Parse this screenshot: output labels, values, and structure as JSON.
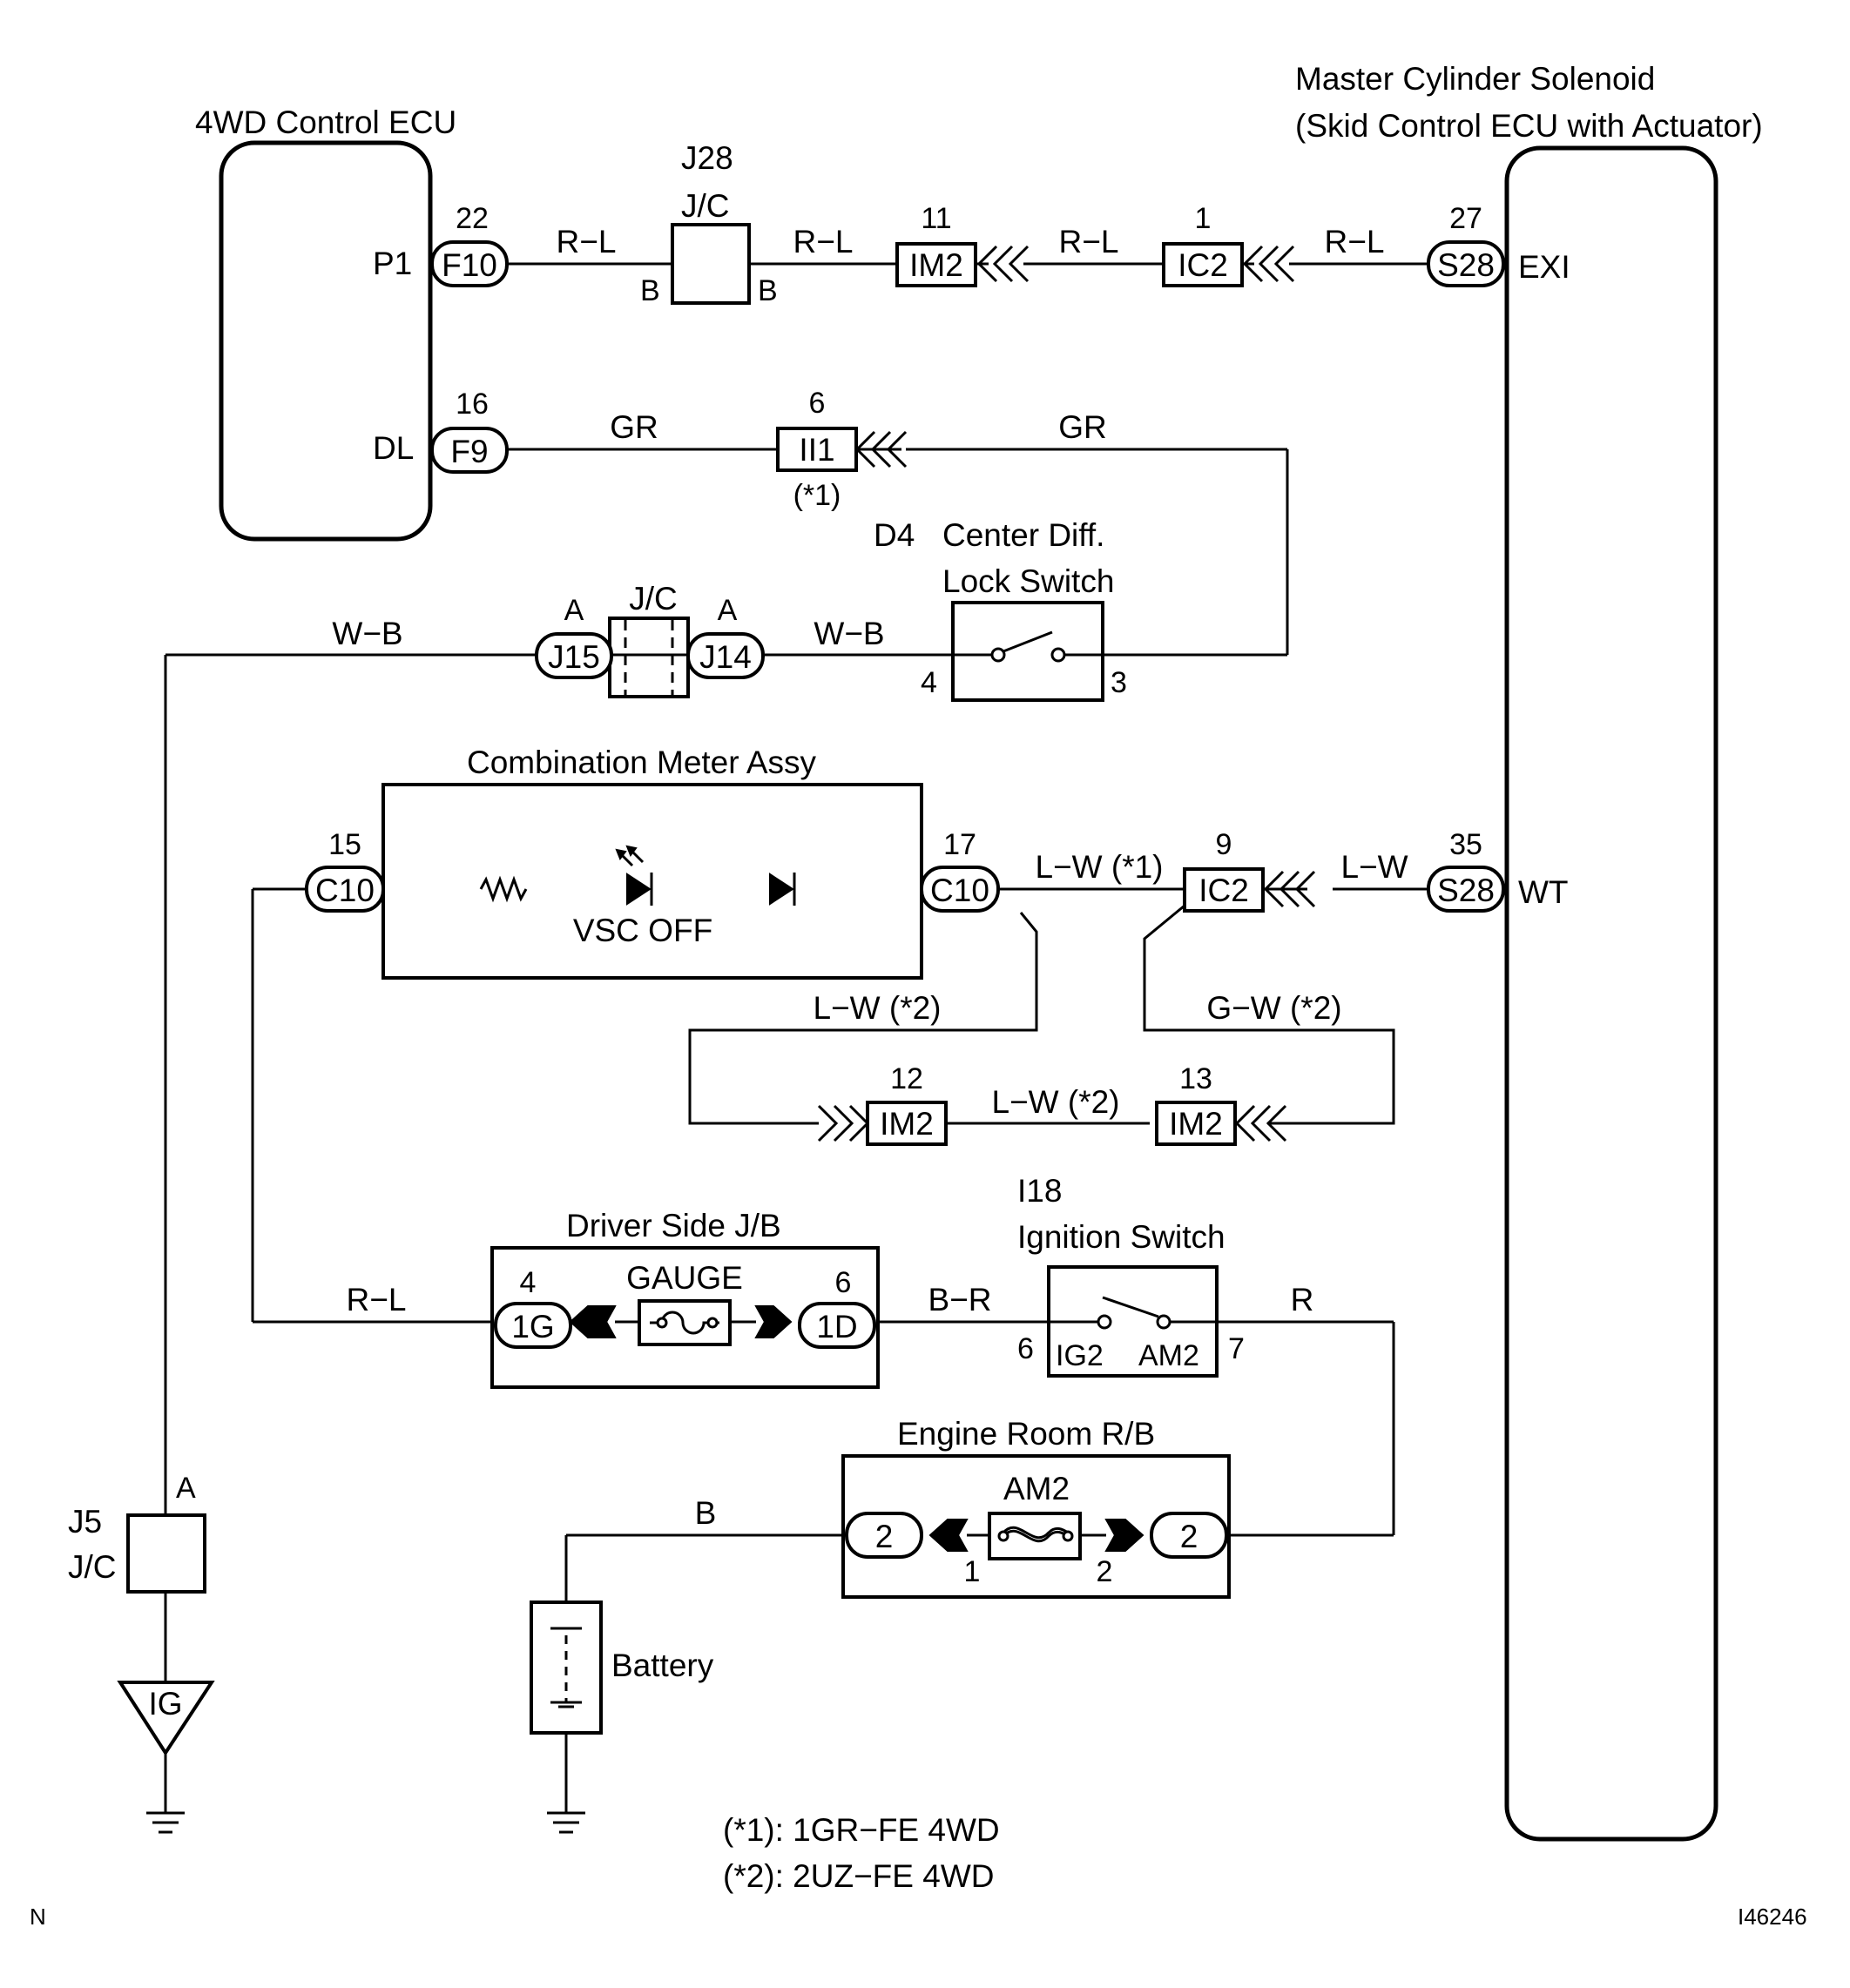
{
  "components": {
    "ecu_4wd": {
      "title": "4WD Control ECU",
      "pin_p1": "P1",
      "pin_dl": "DL"
    },
    "master_cyl": {
      "title_line1": "Master Cylinder Solenoid",
      "title_line2": "(Skid Control ECU with Actuator)",
      "pin_exi": "EXI",
      "pin_wt": "WT"
    },
    "j28": {
      "id": "J28",
      "type": "J/C",
      "pin_left": "B",
      "pin_right": "B"
    },
    "center_diff_switch": {
      "id": "D4",
      "name_line1": "Center Diff.",
      "name_line2": "Lock Switch",
      "pin_left": "4",
      "pin_right": "3"
    },
    "jc_mid": {
      "type": "J/C",
      "left_pin": "A",
      "left_conn": "J15",
      "right_pin": "A",
      "right_conn": "J14"
    },
    "combination_meter": {
      "title": "Combination Meter Assy",
      "lamp": "VSC OFF",
      "left_pin": "15",
      "left_conn": "C10",
      "right_pin": "17",
      "right_conn": "C10"
    },
    "driver_jb": {
      "title": "Driver Side J/B",
      "fuse": "GAUGE",
      "left_pin": "4",
      "left_conn": "1G",
      "right_pin": "6",
      "right_conn": "1D"
    },
    "ignition_switch": {
      "id": "I18",
      "name": "Ignition Switch",
      "term_left": "IG2",
      "term_right": "AM2",
      "pin_left": "6",
      "pin_right": "7"
    },
    "engine_rb": {
      "title": "Engine Room R/B",
      "fuse": "AM2",
      "left_conn": "2",
      "right_conn": "2",
      "pin_left": "1",
      "pin_right": "2"
    },
    "j5": {
      "id": "J5",
      "type": "J/C",
      "pin": "A"
    },
    "ig_ground": {
      "label": "IG"
    },
    "battery": {
      "label": "Battery"
    }
  },
  "connectors": {
    "f10": {
      "pin": "22",
      "name": "F10"
    },
    "f9": {
      "pin": "16",
      "name": "F9"
    },
    "im2_top": {
      "pin": "11",
      "name": "IM2"
    },
    "ic2_top": {
      "pin": "1",
      "name": "IC2"
    },
    "s28_top": {
      "pin": "27",
      "name": "S28"
    },
    "ii1": {
      "pin": "6",
      "name": "II1",
      "note": "(*1)"
    },
    "ic2_mid": {
      "pin": "9",
      "name": "IC2"
    },
    "s28_mid": {
      "pin": "35",
      "name": "S28"
    },
    "im2_12": {
      "pin": "12",
      "name": "IM2"
    },
    "im2_13": {
      "pin": "13",
      "name": "IM2"
    }
  },
  "wires": {
    "rl_1": "R−L",
    "rl_2": "R−L",
    "rl_3": "R−L",
    "rl_4": "R−L",
    "gr_1": "GR",
    "gr_2": "GR",
    "wb_1": "W−B",
    "wb_2": "W−B",
    "lw_1": "L−W (*1)",
    "lw_2": "L−W",
    "lw_3": "L−W (*2)",
    "gw": "G−W (*2)",
    "lw_4": "L−W (*2)",
    "rl_5": "R−L",
    "br": "B−R",
    "r": "R",
    "b": "B"
  },
  "notes": {
    "note1": "(*1): 1GR−FE 4WD",
    "note2": "(*2): 2UZ−FE 4WD",
    "corner_left": "N",
    "corner_right": "I46246"
  }
}
